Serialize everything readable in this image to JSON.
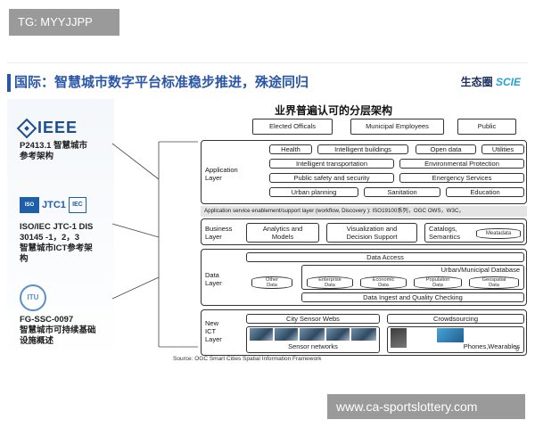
{
  "tag": "TG: MYYJJPP",
  "watermark": "www.ca-sportslottery.com",
  "slide": {
    "title": "国际：智慧城市数字平台标准稳步推进，殊途同归",
    "brand_main": "生态圈",
    "brand_accent": "SCIE",
    "subtitle": "业界普遍认可的分层架构",
    "page_number": "6",
    "source": "Source: OGC Smart Cities Spatial Information Framework",
    "colors": {
      "title": "#2a56a8",
      "brand_accent": "#27a0d8"
    }
  },
  "standards": [
    {
      "org": "IEEE",
      "line1": "P2413.1 智慧城市",
      "line2": "参考架构",
      "line3": ""
    },
    {
      "org": "ISO/IEC JTC1",
      "line1": "ISO/IEC JTC-1  DIS",
      "line2": "30145 -1，2，3",
      "line3": "智慧城市ICT参考架",
      "line4": "构"
    },
    {
      "org": "ITU",
      "line1": "FG-SSC-0097",
      "line2": "智慧城市可持续基础",
      "line3": "设施概述"
    }
  ],
  "logo_text": {
    "iso": "ISO",
    "jtc": "JTC1",
    "iec": "IEC",
    "ieee": "IEEE",
    "itu": "ITU"
  },
  "architecture": {
    "stakeholders": [
      "Elected Officals",
      "Municipal Employees",
      "Public"
    ],
    "application_layer": {
      "label_line1": "Application",
      "label_line2": "Layer",
      "row1": [
        "Health",
        "Intelligent buildings",
        "Open data",
        "Utilities"
      ],
      "row2": [
        "Intelligent transportation",
        "Environmental Protection"
      ],
      "row3": [
        "Public safety and security",
        "Energency Services"
      ],
      "row4": [
        "Urban planning",
        "Sanitation",
        "Education"
      ]
    },
    "enablement_bar": "Application service enablement/support layer (workflow, Discovery ): ISO19100系列，OGC OWS，W3C，",
    "business_layer": {
      "label_line1": "Business",
      "label_line2": "Layer",
      "b1_line1": "Analytics and",
      "b1_line2": "Models",
      "b2_line1": "Visualization and",
      "b2_line2": "Decision Support",
      "b3_line1": "Catalogs,",
      "b3_line2": "Semantics",
      "metadata": "Meatadata"
    },
    "data_layer": {
      "label_line1": "Data",
      "label_line2": "Layer",
      "data_access": "Data Access",
      "urban_db": "Urban/Municipal Database",
      "other_line1": "Other",
      "other_line2": "Data",
      "db1_line1": "Enterprise",
      "db1_line2": "Data",
      "db2_line1": "Economic",
      "db2_line2": "Data",
      "db3_line1": "Population",
      "db3_line2": "Data",
      "db4_line1": "Geospatial",
      "db4_line2": "Data",
      "ingest": "Data Ingest and Quality Checking"
    },
    "ict_layer": {
      "label_line1": "New",
      "label_line2": "ICT",
      "label_line3": "Layer",
      "city_sensor_webs": "City Sensor Webs",
      "crowdsourcing": "Crowdsourcing",
      "sensor_networks": "Sensor networks",
      "phones": "Phones,Wearables"
    }
  }
}
